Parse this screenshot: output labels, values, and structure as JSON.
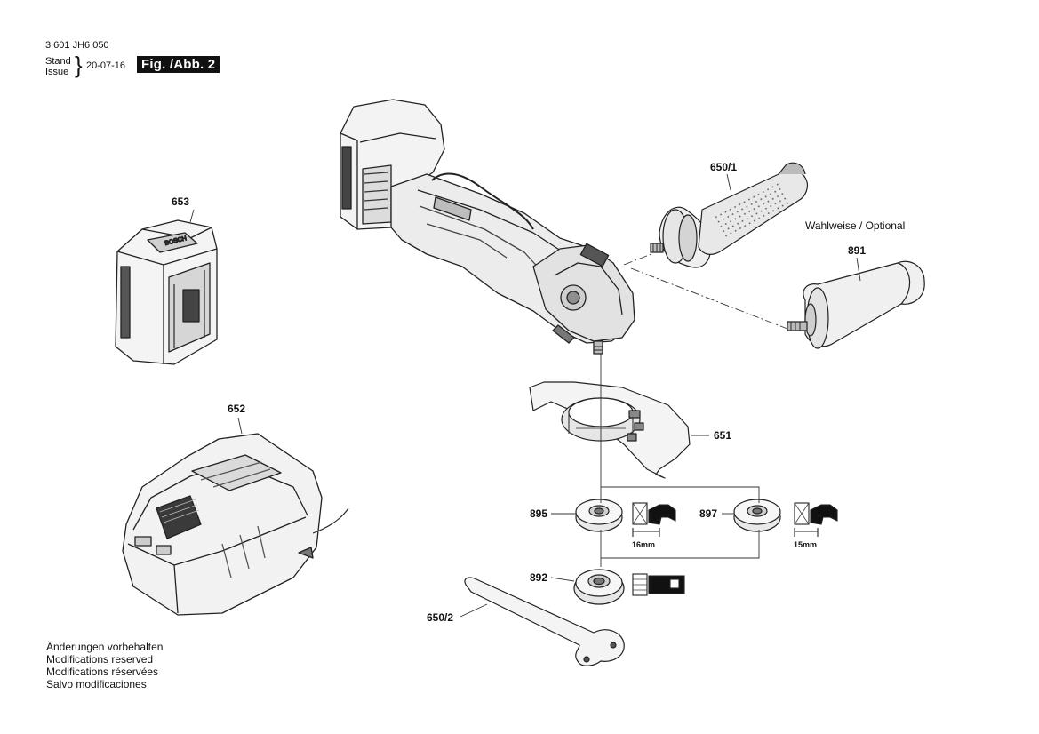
{
  "header": {
    "part_number": "3 601 JH6 050",
    "stand": "Stand",
    "issue": "Issue",
    "date": "20-07-16",
    "figure": "Fig. /Abb. 2"
  },
  "labels": {
    "p653": "653",
    "p652": "652",
    "p650_1": "650/1",
    "p891": "891",
    "p651": "651",
    "p895": "895",
    "p897": "897",
    "p892": "892",
    "p650_2": "650/2",
    "optional": "Wahlweise / Optional",
    "mm16": "16mm",
    "mm15": "15mm"
  },
  "notes": [
    "Änderungen vorbehalten",
    "Modifications reserved",
    "Modifications réservées",
    "Salvo modificaciones"
  ]
}
